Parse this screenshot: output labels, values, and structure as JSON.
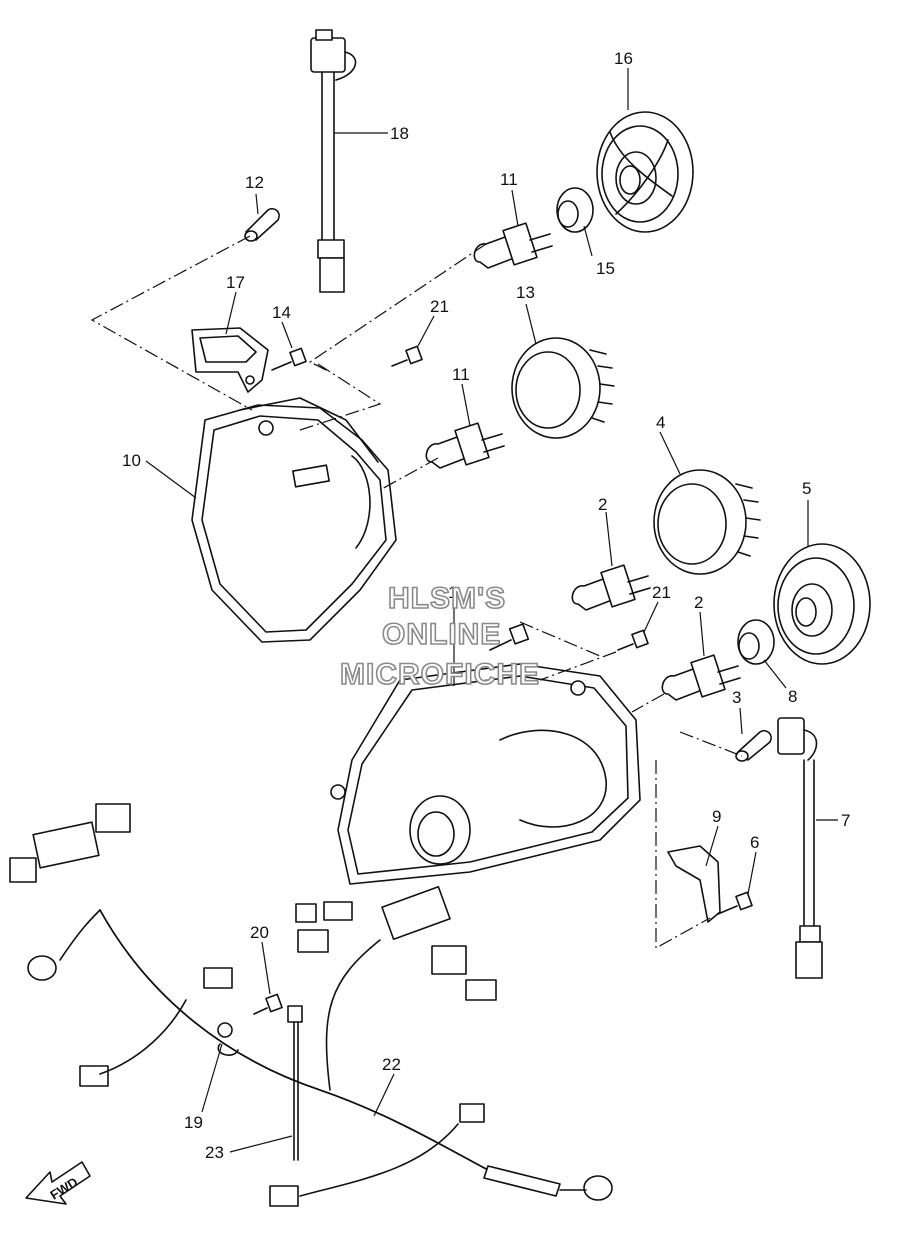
{
  "diagram": {
    "callouts": [
      "1",
      "2",
      "2",
      "3",
      "4",
      "5",
      "6",
      "7",
      "8",
      "9",
      "10",
      "11",
      "11",
      "12",
      "13",
      "14",
      "15",
      "16",
      "17",
      "18",
      "19",
      "20",
      "21",
      "21",
      "22",
      "23"
    ],
    "watermark": [
      "HLSM'S",
      "ONLINE",
      "MICROFICHE"
    ],
    "direction_label": "FWD"
  }
}
